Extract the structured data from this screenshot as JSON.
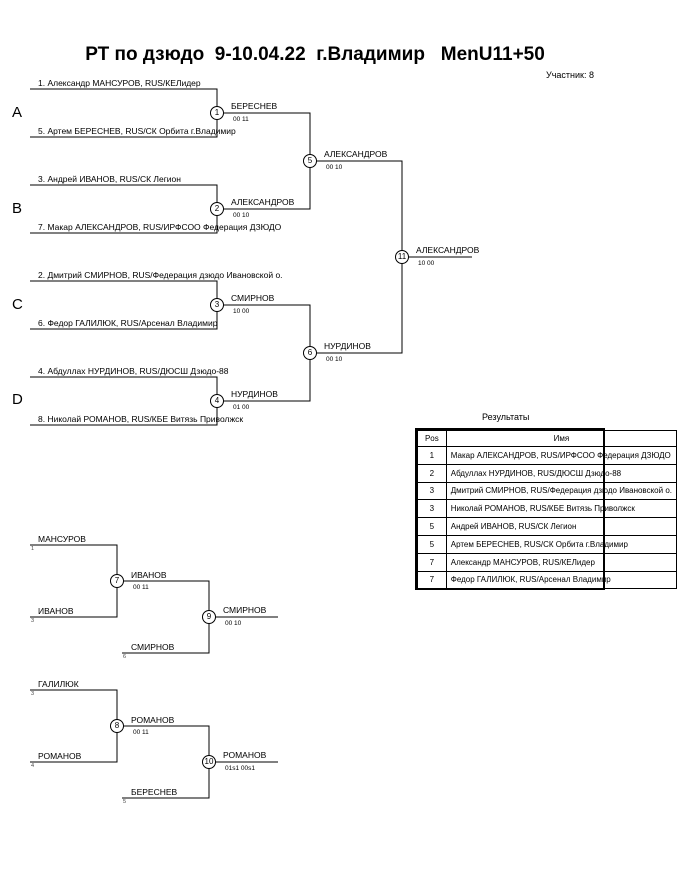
{
  "header": {
    "title": "РТ по дзюдо  9-10.04.22  г.Владимир   MenU11+50",
    "participants": "Участник: 8"
  },
  "pools": [
    "A",
    "B",
    "C",
    "D"
  ],
  "entries": [
    "1. Александр МАНСУРОВ, RUS/КЕЛидер",
    "5. Артем БЕРЕСНЕВ, RUS/СК Орбита г.Владимир",
    "3. Андрей ИВАНОВ, RUS/СК Легион",
    "7. Макар АЛЕКСАНДРОВ, RUS/ИРФСОО Федерация ДЗЮДО",
    "2. Дмитрий СМИРНОВ, RUS/Федерация дзюдо  Ивановской о.",
    "6. Федор ГАЛИЛЮК, RUS/Арсенал Владимир",
    "4. Абдуллах НУРДИНОВ, RUS/ДЮСШ Дзюдо-88",
    "8. Николай РОМАНОВ, RUS/КБЕ Витязь Приволжск"
  ],
  "matches": {
    "m1": {
      "num": "1",
      "winner": "БЕРЕСНЕВ",
      "score": "00   11"
    },
    "m2": {
      "num": "2",
      "winner": "АЛЕКСАНДРОВ",
      "score": "00   10"
    },
    "m3": {
      "num": "3",
      "winner": "СМИРНОВ",
      "score": "10   00"
    },
    "m4": {
      "num": "4",
      "winner": "НУРДИНОВ",
      "score": "01   00"
    },
    "m5": {
      "num": "5",
      "winner": "АЛЕКСАНДРОВ",
      "score": "00   10"
    },
    "m6": {
      "num": "6",
      "winner": "НУРДИНОВ",
      "score": "00   10"
    },
    "m11": {
      "num": "11",
      "winner": "АЛЕКСАНДРОВ",
      "score": "10   00"
    }
  },
  "repechage": {
    "r1": {
      "top": "МАНСУРОВ",
      "top_seed": "1",
      "mid": "ИВАНОВ",
      "mid_seed": "3",
      "m7": {
        "num": "7",
        "winner": "ИВАНОВ",
        "score": "00   11"
      },
      "bottom": "СМИРНОВ",
      "bottom_seed": "6",
      "m9": {
        "num": "9",
        "winner": "СМИРНОВ",
        "score": "00   10"
      }
    },
    "r2": {
      "top": "ГАЛИЛЮК",
      "top_seed": "3",
      "mid": "РОМАНОВ",
      "mid_seed": "4",
      "m8": {
        "num": "8",
        "winner": "РОМАНОВ",
        "score": "00   11"
      },
      "bottom": "БЕРЕСНЕВ",
      "bottom_seed": "5",
      "m10": {
        "num": "10",
        "winner": "РОМАНОВ",
        "score": "01s1   00s1"
      }
    }
  },
  "results": {
    "title": "Результаты",
    "headers": [
      "Pos",
      "Имя"
    ],
    "rows": [
      {
        "pos": "1",
        "name": "Макар АЛЕКСАНДРОВ, RUS/ИРФСОО Федерация ДЗЮДО"
      },
      {
        "pos": "2",
        "name": "Абдуллах НУРДИНОВ, RUS/ДЮСШ Дзюдо-88"
      },
      {
        "pos": "3",
        "name": "Дмитрий СМИРНОВ, RUS/Федерация дзюдо  Ивановской о."
      },
      {
        "pos": "3",
        "name": "Николай РОМАНОВ, RUS/КБЕ Витязь Приволжск"
      },
      {
        "pos": "5",
        "name": "Андрей ИВАНОВ, RUS/СК Легион"
      },
      {
        "pos": "5",
        "name": "Артем БЕРЕСНЕВ, RUS/СК Орбита г.Владимир"
      },
      {
        "pos": "7",
        "name": "Александр МАНСУРОВ, RUS/КЕЛидер"
      },
      {
        "pos": "7",
        "name": "Федор ГАЛИЛЮК, RUS/Арсенал Владимир"
      }
    ]
  }
}
